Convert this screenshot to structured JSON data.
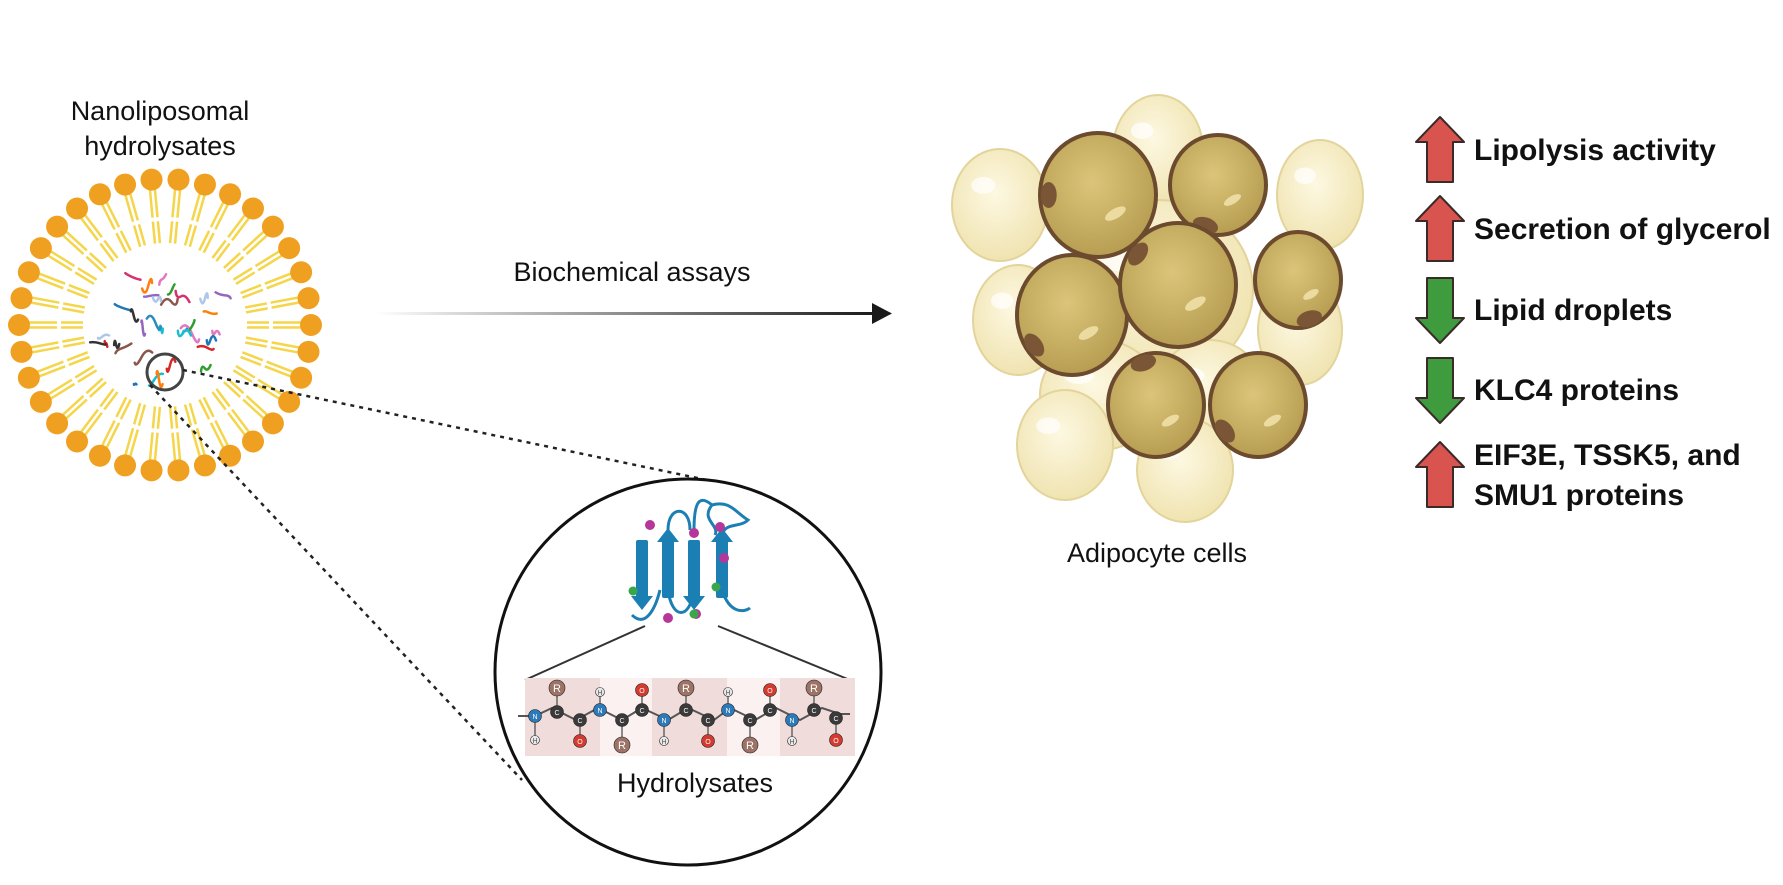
{
  "labels": {
    "liposome_line1": "Nanoliposomal",
    "liposome_line2": "hydrolysates",
    "assay": "Biochemical assays",
    "cells": "Adipocyte cells",
    "zoom": "Hydrolysates"
  },
  "effects": [
    {
      "direction": "up",
      "lines": [
        "Lipolysis activity"
      ]
    },
    {
      "direction": "up",
      "lines": [
        "Secretion of glycerol"
      ]
    },
    {
      "direction": "down",
      "lines": [
        "Lipid droplets"
      ]
    },
    {
      "direction": "down",
      "lines": [
        "KLC4 proteins"
      ]
    },
    {
      "direction": "up",
      "lines": [
        "EIF3E, TSSK5, and",
        "SMU1 proteins"
      ]
    }
  ],
  "peptide_atoms": {
    "side_chain": "R",
    "nitrogen": "N",
    "carbon": "C",
    "oxygen": "O",
    "hydrogen": "H"
  },
  "colors": {
    "up_arrow": "#d9534f",
    "down_arrow": "#3e9b3e",
    "lipid_head": "#f0a020",
    "lipid_tail": "#f5d54a",
    "cell_dark": "#c9b062",
    "cell_light": "#f6eec8",
    "protein": "#1b7fb4"
  }
}
